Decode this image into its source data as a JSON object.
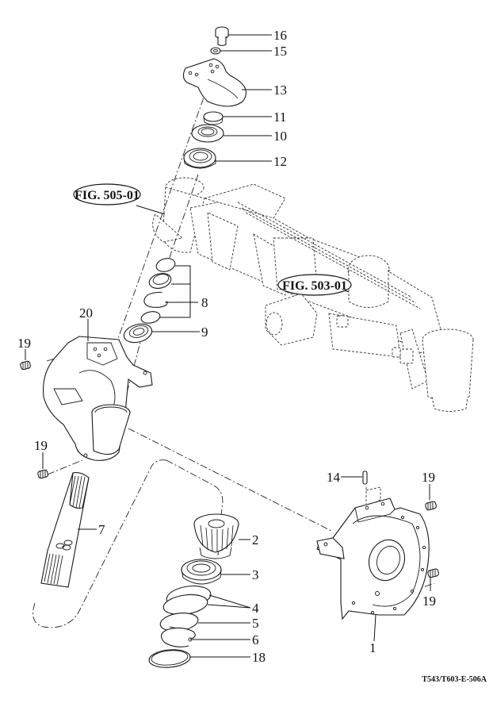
{
  "drawing": {
    "number": "T543/T603-E-506A",
    "figure_refs": [
      {
        "id": "fig-505-01",
        "label": "FIG. 505-01"
      },
      {
        "id": "fig-503-01",
        "label": "FIG. 503-01"
      }
    ],
    "callouts": [
      {
        "part": "1",
        "label": "1"
      },
      {
        "part": "2",
        "label": "2"
      },
      {
        "part": "3",
        "label": "3"
      },
      {
        "part": "4",
        "label": "4"
      },
      {
        "part": "5",
        "label": "5"
      },
      {
        "part": "6",
        "label": "6"
      },
      {
        "part": "7",
        "label": "7"
      },
      {
        "part": "8",
        "label": "8"
      },
      {
        "part": "9",
        "label": "9"
      },
      {
        "part": "10",
        "label": "10"
      },
      {
        "part": "11",
        "label": "11"
      },
      {
        "part": "12",
        "label": "12"
      },
      {
        "part": "13",
        "label": "13"
      },
      {
        "part": "14",
        "label": "14"
      },
      {
        "part": "15",
        "label": "15"
      },
      {
        "part": "16",
        "label": "16"
      },
      {
        "part": "18",
        "label": "18"
      },
      {
        "part": "19",
        "label": "19"
      },
      {
        "part": "19b",
        "label": "19"
      },
      {
        "part": "19c",
        "label": "19"
      },
      {
        "part": "19d",
        "label": "19"
      },
      {
        "part": "20",
        "label": "20"
      }
    ]
  }
}
